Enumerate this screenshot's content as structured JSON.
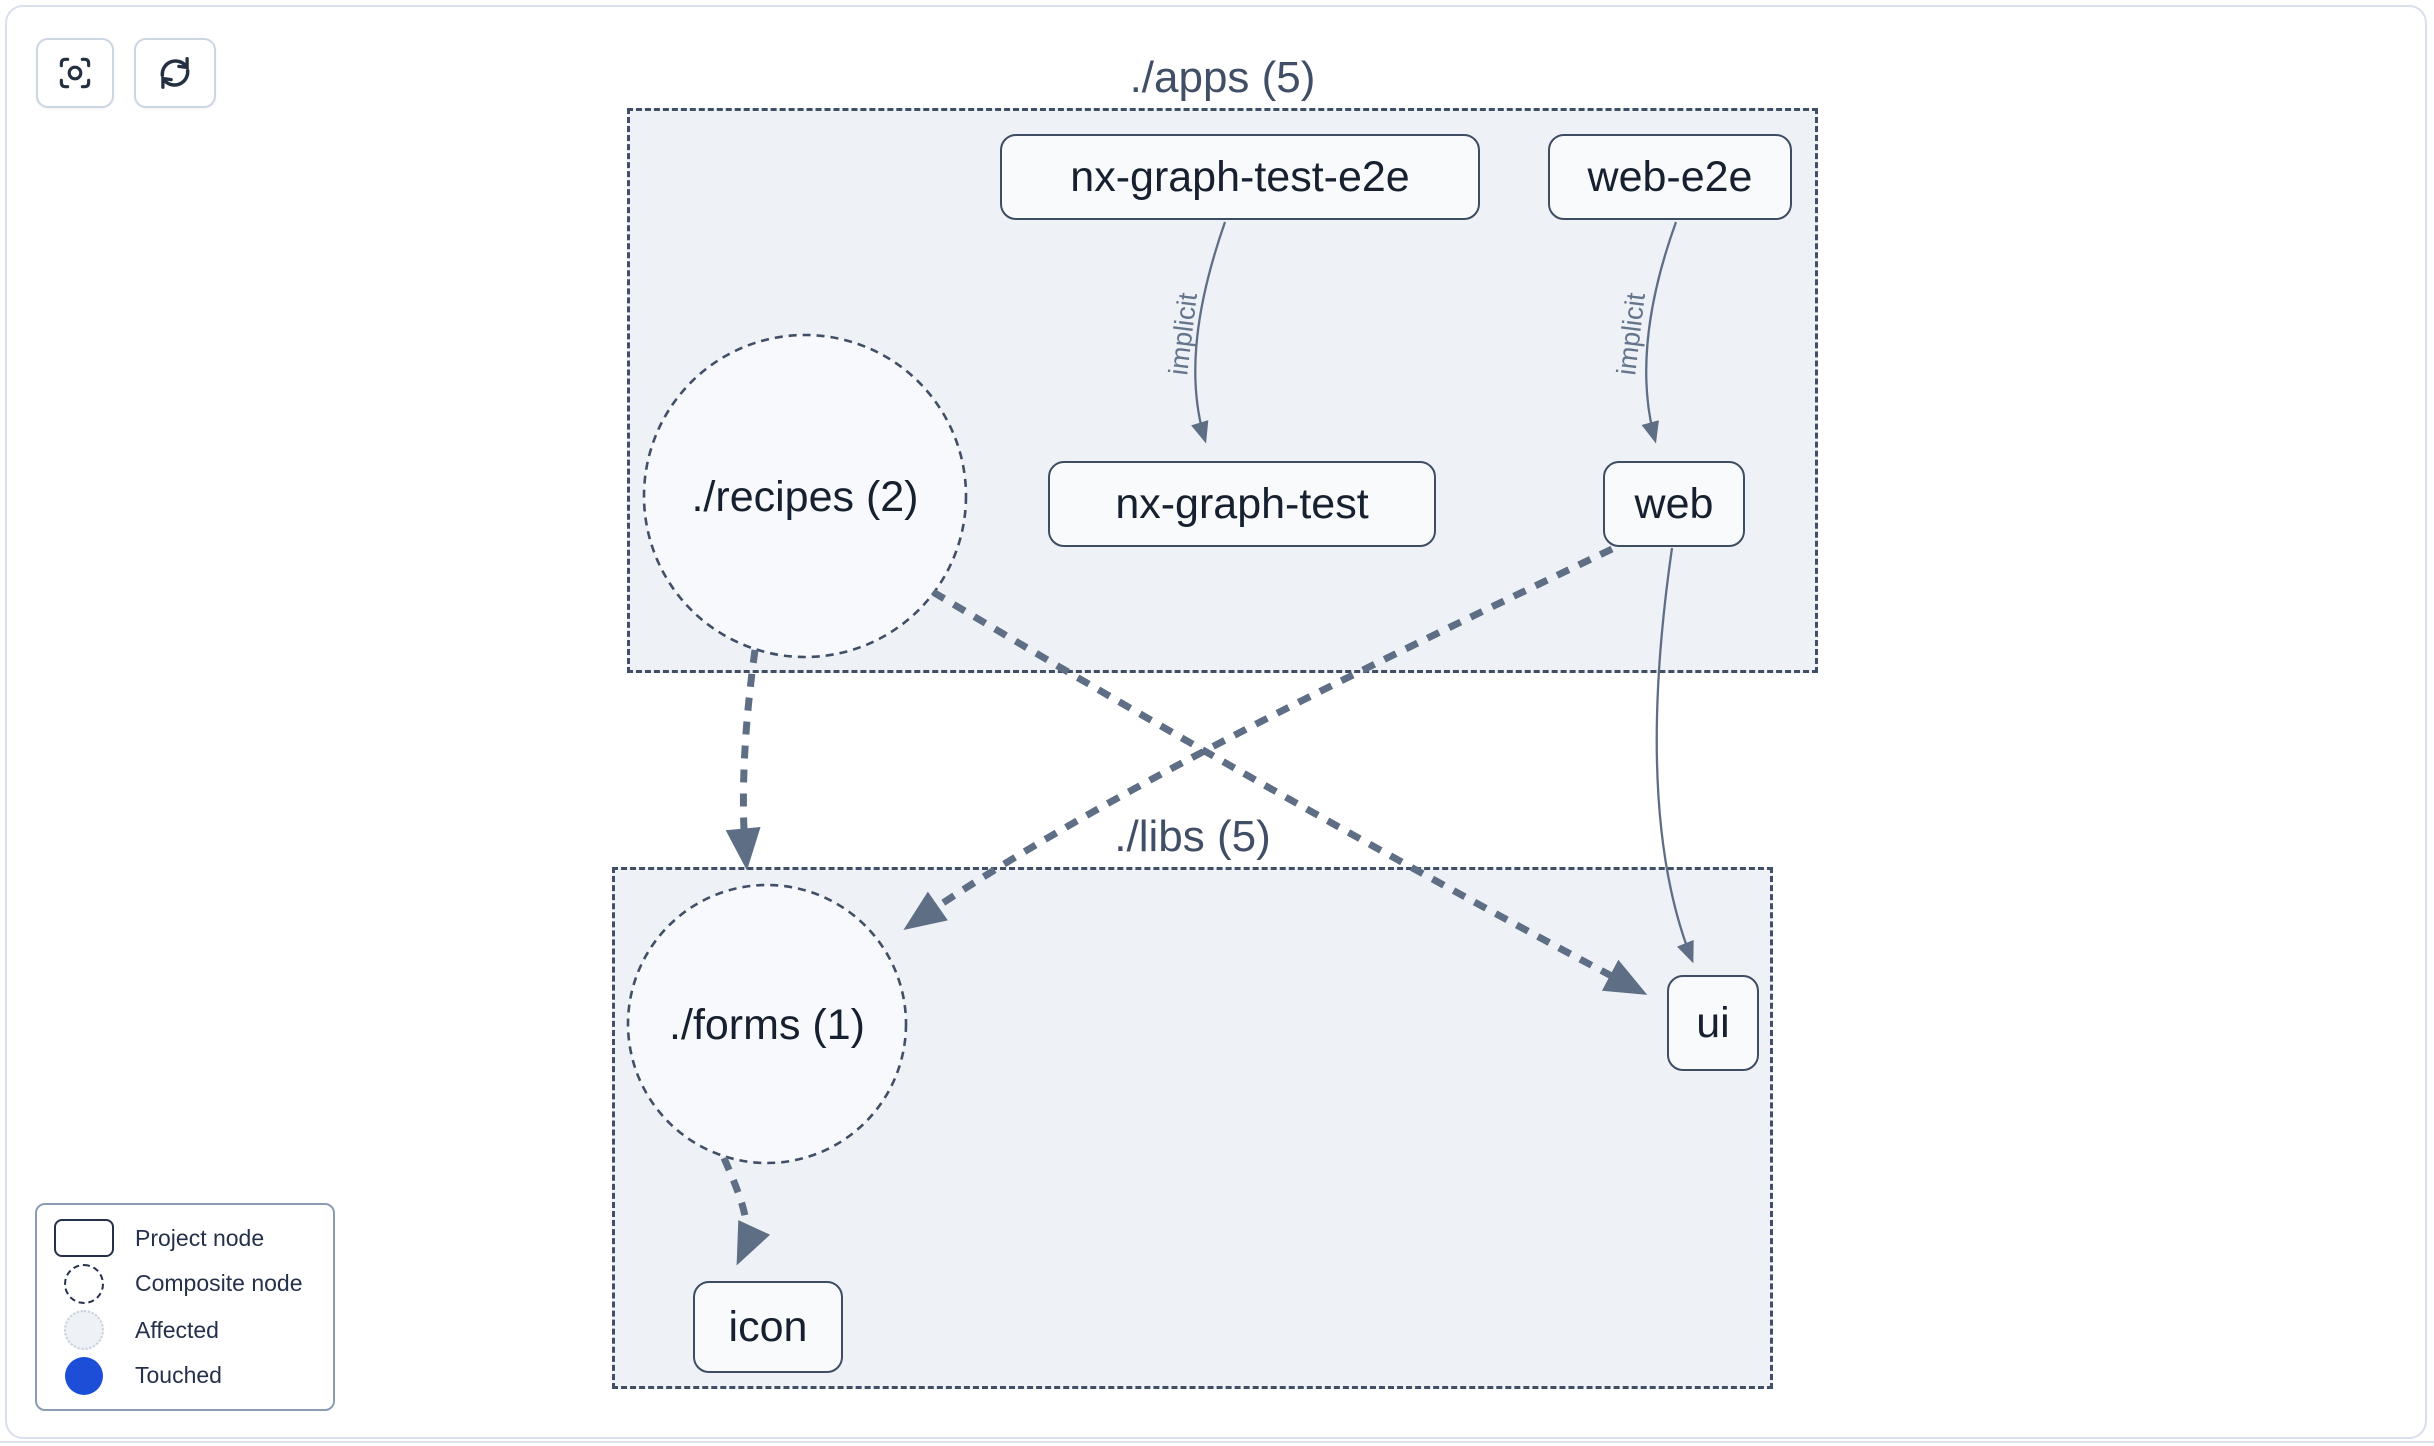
{
  "toolbar": {
    "buttons": [
      {
        "icon": "focus-icon",
        "action": "center-graph"
      },
      {
        "icon": "refresh-icon",
        "action": "refresh-graph"
      }
    ]
  },
  "graph": {
    "groups": [
      {
        "id": "apps",
        "label": "./apps (5)"
      },
      {
        "id": "libs",
        "label": "./libs (5)"
      }
    ],
    "nodes": [
      {
        "id": "nx-graph-test-e2e",
        "label": "nx-graph-test-e2e",
        "type": "project",
        "group": "apps"
      },
      {
        "id": "web-e2e",
        "label": "web-e2e",
        "type": "project",
        "group": "apps"
      },
      {
        "id": "recipes",
        "label": "./recipes (2)",
        "type": "composite",
        "group": "apps"
      },
      {
        "id": "nx-graph-test",
        "label": "nx-graph-test",
        "type": "project",
        "group": "apps"
      },
      {
        "id": "web",
        "label": "web",
        "type": "project",
        "group": "apps"
      },
      {
        "id": "forms",
        "label": "./forms (1)",
        "type": "composite",
        "group": "libs"
      },
      {
        "id": "ui",
        "label": "ui",
        "type": "project",
        "group": "libs"
      },
      {
        "id": "icon",
        "label": "icon",
        "type": "project",
        "group": "libs"
      }
    ],
    "edges": [
      {
        "from": "nx-graph-test-e2e",
        "to": "nx-graph-test",
        "label": "implicit",
        "style": "solid-thin"
      },
      {
        "from": "web-e2e",
        "to": "web",
        "label": "implicit",
        "style": "solid-thin"
      },
      {
        "from": "recipes",
        "to": "forms",
        "label": "",
        "style": "dashed-thick"
      },
      {
        "from": "recipes",
        "to": "ui",
        "label": "",
        "style": "dashed-thick"
      },
      {
        "from": "web",
        "to": "forms",
        "label": "",
        "style": "dashed-thick"
      },
      {
        "from": "web",
        "to": "ui",
        "label": "",
        "style": "solid-thin"
      },
      {
        "from": "forms",
        "to": "icon",
        "label": "",
        "style": "dashed-thick"
      }
    ]
  },
  "legend": {
    "items": [
      {
        "symbol": "project-node",
        "label": "Project node"
      },
      {
        "symbol": "composite-node",
        "label": "Composite node"
      },
      {
        "symbol": "affected",
        "label": "Affected"
      },
      {
        "symbol": "touched",
        "label": "Touched",
        "color": "#1d4ed8"
      }
    ]
  },
  "colors": {
    "group_fill": "#eef1f6",
    "group_border": "#414f66",
    "node_fill": "#f8fafc",
    "node_border": "#3e4d63",
    "node_text": "#16202f",
    "edge": "#5e6e85",
    "edge_label": "#64748b",
    "touched_blue": "#1d4ed8",
    "frame_border": "#d9dfee"
  }
}
